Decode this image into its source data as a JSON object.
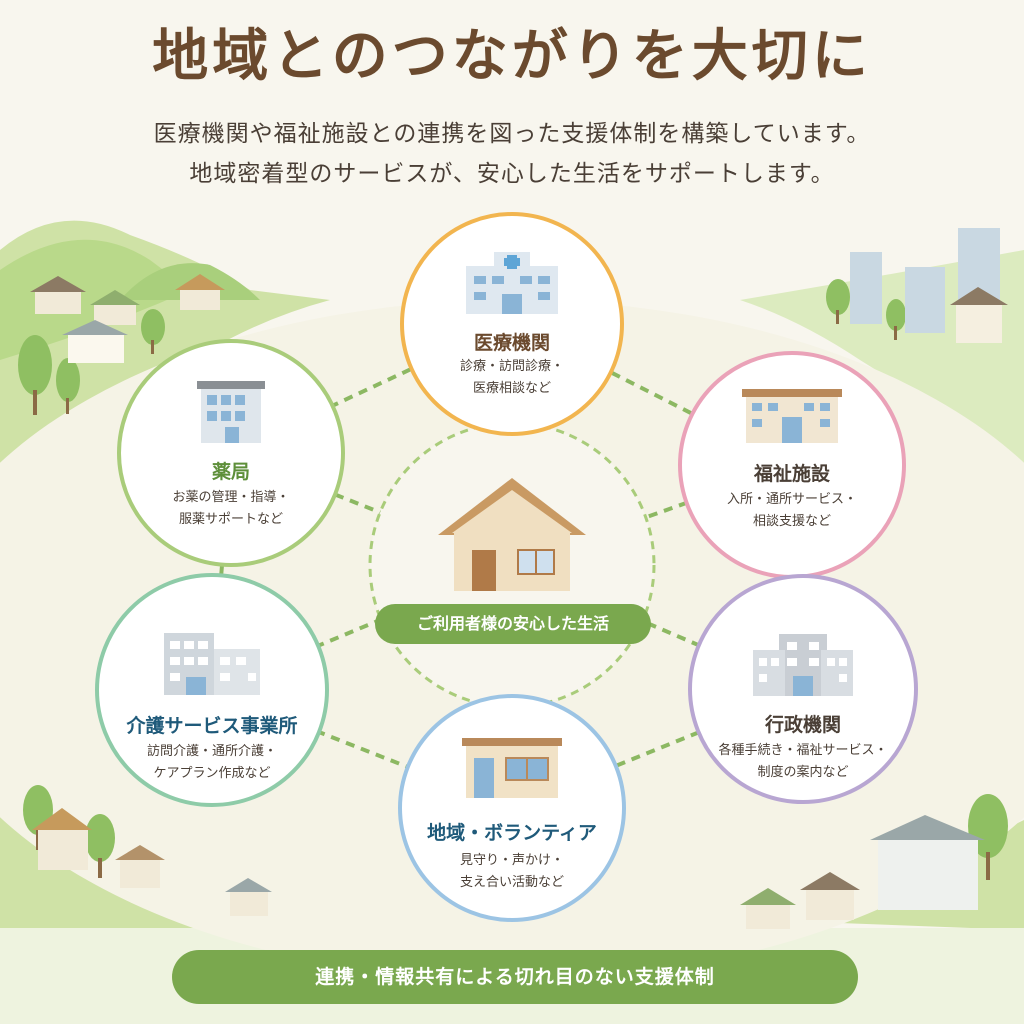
{
  "title": "地域とのつながりを大切に",
  "subtitle": [
    "医療機関や福祉施設との連携を図った支援体制を構築しています。",
    "地域密着型のサービスが、安心した生活をサポートします。"
  ],
  "center": {
    "label": "ご利用者様の安心した生活",
    "icon": "house-icon"
  },
  "nodes": [
    {
      "id": "medical",
      "name": "医療機関",
      "desc": [
        "診療・訪問診療・",
        "医療相談など"
      ],
      "color": "#f2b54f",
      "name_color": "#6b4a2e",
      "icon": "hospital-icon"
    },
    {
      "id": "pharmacy",
      "name": "薬局",
      "desc": [
        "お薬の管理・指導・",
        "服薬サポートなど"
      ],
      "color": "#a9cc7a",
      "name_color": "#5e8f3a",
      "icon": "pharmacy-building-icon"
    },
    {
      "id": "welfare",
      "name": "福祉施設",
      "desc": [
        "入所・通所サービス・",
        "相談支援など"
      ],
      "color": "#eaa2b8",
      "name_color": "#4a3f36",
      "icon": "welfare-facility-icon"
    },
    {
      "id": "care",
      "name": "介護サービス事業所",
      "desc": [
        "訪問介護・通所介護・",
        "ケアプラン作成など"
      ],
      "color": "#8ecba8",
      "name_color": "#1f5a7a",
      "icon": "care-office-icon"
    },
    {
      "id": "admin",
      "name": "行政機関",
      "desc": [
        "各種手続き・福祉サービス・",
        "制度の案内など"
      ],
      "color": "#b8a6d2",
      "name_color": "#4a3f36",
      "icon": "government-building-icon"
    },
    {
      "id": "community",
      "name": "地域・ボランティア",
      "desc": [
        "見守り・声かけ・",
        "支え合い活動など"
      ],
      "color": "#9cc4e4",
      "name_color": "#1f5a7a",
      "icon": "community-center-icon"
    }
  ],
  "footer": "連携・情報共有による切れ目のない支援体制",
  "colors": {
    "accent_green": "#7aa84e",
    "title_brown": "#6b4a2e",
    "background": "#f8f6ee"
  }
}
